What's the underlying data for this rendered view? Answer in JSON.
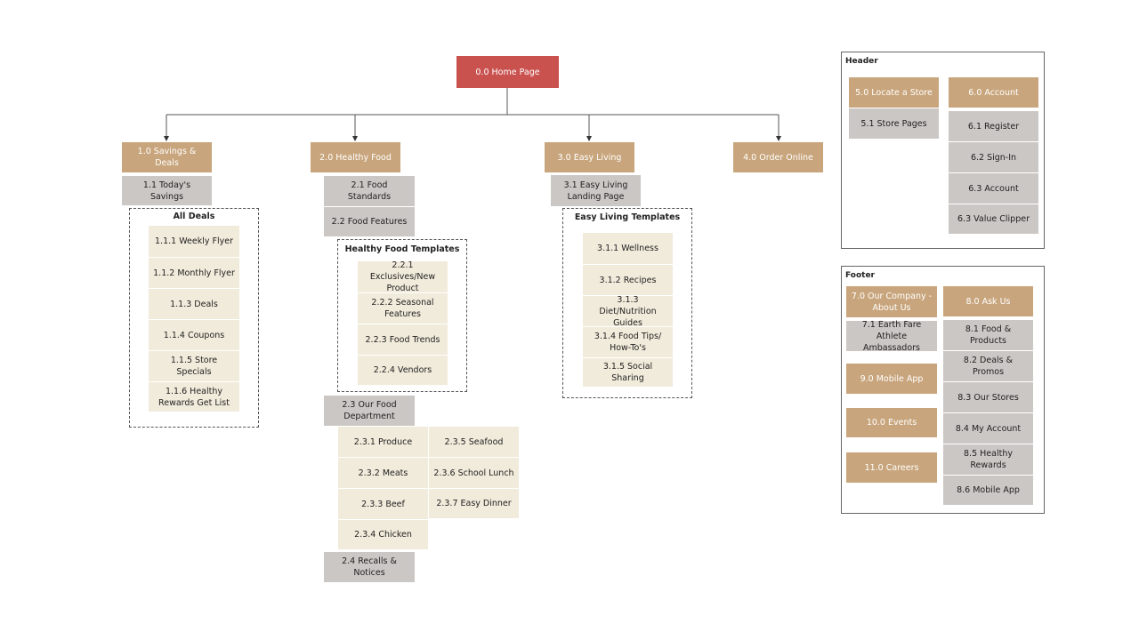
{
  "home": "0.0 Home Page",
  "savings": {
    "title": "1.0 Savings & Deals",
    "today": "1.1 Today's Savings",
    "all_deals": {
      "heading": "All Deals",
      "items": [
        "1.1.1 Weekly Flyer",
        "1.1.2 Monthly Flyer",
        "1.1.3 Deals",
        "1.1.4 Coupons",
        "1.1.5 Store Specials",
        "1.1.6 Healthy Rewards Get List"
      ]
    }
  },
  "healthy": {
    "title": "2.0 Healthy Food",
    "standards": "2.1 Food Standards",
    "features": "2.2 Food Features",
    "templates": {
      "heading": "Healthy Food Templates",
      "items": [
        "2.2.1 Exclusives/New Product",
        "2.2.2 Seasonal Features",
        "2.2.3 Food Trends",
        "2.2.4 Vendors"
      ]
    },
    "department": {
      "title": "2.3 Our Food Department",
      "col1": [
        "2.3.1 Produce",
        "2.3.2 Meats",
        "2.3.3 Beef",
        "2.3.4 Chicken"
      ],
      "col2": [
        "2.3.5 Seafood",
        "2.3.6 School Lunch",
        "2.3.7 Easy Dinner"
      ]
    },
    "recalls": "2.4 Recalls & Notices"
  },
  "easy": {
    "title": "3.0 Easy Living",
    "landing": "3.1 Easy Living Landing Page",
    "templates": {
      "heading": "Easy Living Templates",
      "items": [
        "3.1.1 Wellness",
        "3.1.2 Recipes",
        "3.1.3 Diet/Nutrition Guides",
        "3.1.4 Food Tips/ How-To's",
        "3.1.5 Social Sharing"
      ]
    }
  },
  "order": "4.0 Order Online",
  "header_panel": {
    "heading": "Header",
    "locate": "5.0 Locate a Store",
    "store_pages": "5.1 Store Pages",
    "account": "6.0 Account",
    "account_items": [
      "6.1 Register",
      "6.2 Sign-In",
      "6.3 Account",
      "6.3 Value Clipper"
    ]
  },
  "footer_panel": {
    "heading": "Footer",
    "company": "7.0 Our Company - About Us",
    "athletes": "7.1 Earth Fare Athlete Ambassadors",
    "mobile": "9.0 Mobile App",
    "events": "10.0 Events",
    "careers": "11.0 Careers",
    "ask": "8.0 Ask Us",
    "ask_items": [
      "8.1 Food & Products",
      "8.2 Deals & Promos",
      "8.3 Our Stores",
      "8.4 My Account",
      "8.5 Healthy Rewards",
      "8.6 Mobile App"
    ]
  },
  "colors": {
    "home": "#c9524f",
    "section": "#c8a57c",
    "subpage": "#cbc7c4",
    "template": "#f1ebdb"
  }
}
